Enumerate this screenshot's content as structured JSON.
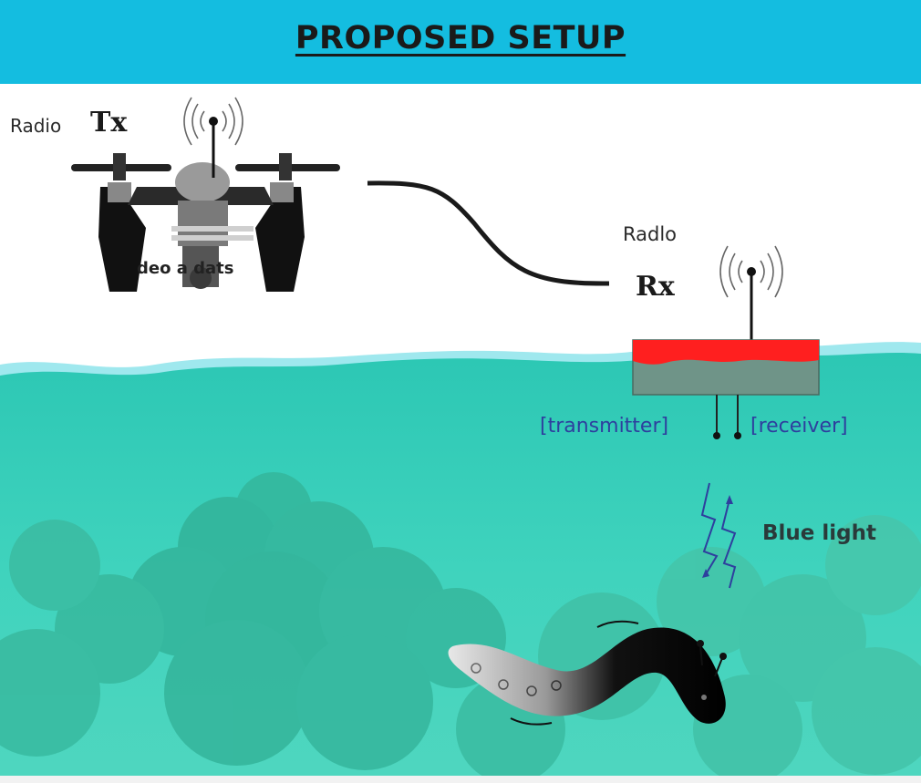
{
  "header": {
    "title": "PROPOSED SETUP"
  },
  "labels": {
    "radio_tx_word": "Radio",
    "tx": "Tx",
    "radio_rx_word": "Radlo",
    "rx": "Rx",
    "video_data": "deo a   dats",
    "transmitter": "[transmitter]",
    "receiver": "[receiver]",
    "blue_light": "Blue light"
  },
  "colors": {
    "header_bg": "#14bde0",
    "water": "#27c9b5",
    "buoy_top": "#ff1f1f",
    "buoy_body": "#6f9488",
    "signal_blue": "#2e3f9e"
  },
  "icons": [
    "drone-icon",
    "antenna-signal-icon",
    "lightning-icon",
    "robot-eel-icon",
    "coral-icon"
  ]
}
